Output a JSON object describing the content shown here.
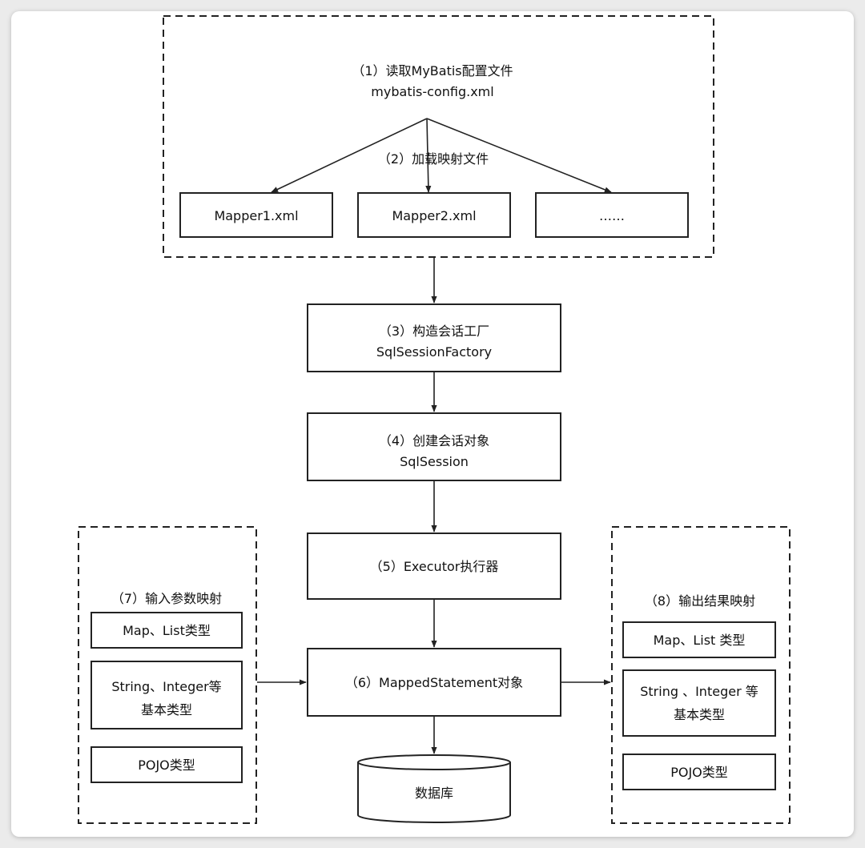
{
  "config_group": {
    "title_line1": "（1）读取MyBatis配置文件",
    "title_line2": "mybatis-config.xml",
    "load_label": "（2）加载映射文件",
    "mappers": [
      "Mapper1.xml",
      "Mapper2.xml",
      "……"
    ]
  },
  "factory": {
    "line1": "（3）构造会话工厂",
    "line2": "SqlSessionFactory"
  },
  "session": {
    "line1": "（4）创建会话对象",
    "line2": "SqlSession"
  },
  "executor": {
    "label": "（5）Executor执行器"
  },
  "statement": {
    "label": "（6）MappedStatement对象"
  },
  "database": {
    "label": "数据库"
  },
  "input_mapping": {
    "title": "（7）输入参数映射",
    "item1": "Map、List类型",
    "item2_line1": "String、Integer等",
    "item2_line2": "基本类型",
    "item3": "POJO类型"
  },
  "output_mapping": {
    "title": "（8）输出结果映射",
    "item1": "Map、List 类型",
    "item2_line1": "String 、Integer 等",
    "item2_line2": "基本类型",
    "item3": "POJO类型"
  },
  "colors": {
    "stroke": "#222222",
    "text": "#111111",
    "background": "#ffffff",
    "page": "#ebebeb"
  }
}
